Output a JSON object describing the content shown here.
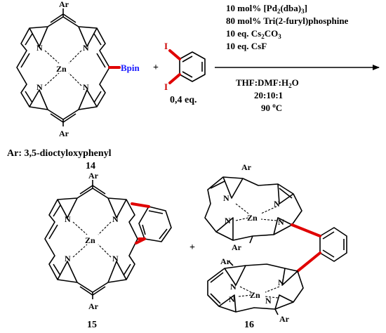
{
  "reactants": {
    "porphyrin_14": {
      "ar_top": "Ar",
      "ar_bottom": "Ar",
      "n_label": "N",
      "metal": "Zn",
      "boron_group": "Bpin",
      "ar_definition": "Ar: 3,5-dioctyloxyphenyl",
      "compound_number": "14"
    },
    "plus": "+",
    "diiodobenzene": {
      "iodine": "I",
      "equivalents": "0,4 eq."
    }
  },
  "conditions": {
    "catalyst": "10 mol% [Pd",
    "catalyst_sub1": "2",
    "catalyst_mid": "(dba)",
    "catalyst_sub2": "3",
    "catalyst_end": "]",
    "ligand": "80 mol% Tri(2-furyl)phosphine",
    "base1_pre": "10 eq. Cs",
    "base1_sub1": "2",
    "base1_mid": "CO",
    "base1_sub2": "3",
    "base2": "10 eq. CsF",
    "solvent": "THF:DMF:H",
    "solvent_sub": "2",
    "solvent_end": "O",
    "ratio": "20:10:1",
    "temp_pre": "90 ",
    "temp_deg": "o",
    "temp_unit": "C"
  },
  "products": {
    "product_15": {
      "ar_top": "Ar",
      "ar_bottom": "Ar",
      "n_label": "N",
      "metal": "Zn",
      "compound_number": "15"
    },
    "plus": "+",
    "product_16": {
      "ar_label": "Ar",
      "n_label": "N",
      "metal": "Zn",
      "compound_number": "16"
    }
  }
}
